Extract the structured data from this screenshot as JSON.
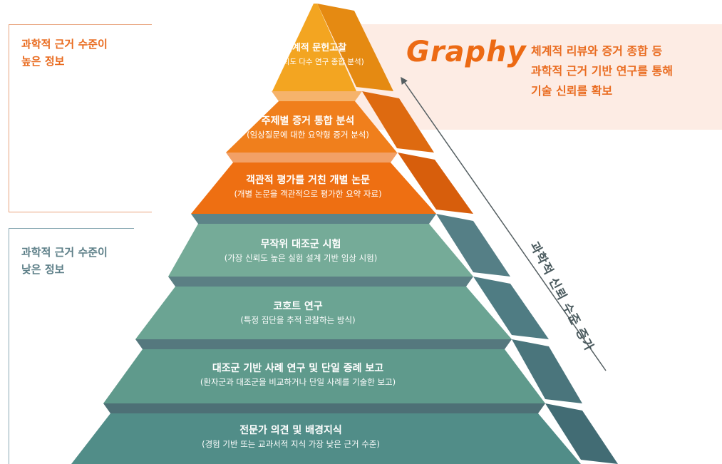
{
  "side_labels": {
    "high": [
      "과학적 근거 수준이",
      "높은 정보"
    ],
    "low": [
      "과학적 근거 수준이",
      "낮은 정보"
    ]
  },
  "brand": {
    "name": "Graphy",
    "description": [
      "체계적 리뷰와 증거 종합 등",
      "과학적 근거 기반 연구를 통해",
      "기술 신뢰를 확보"
    ]
  },
  "arrow_label": "과학적 신뢰 수준 증가",
  "tiers": [
    {
      "title": "체계적 문헌고찰",
      "subtitle": "(고신뢰도 다수 연구 종합 분석)"
    },
    {
      "title": "주제별 증거 통합 분석",
      "subtitle": "(임상질문에 대한 요약형 증거 분석)"
    },
    {
      "title": "객관적 평가를 거친 개별 논문",
      "subtitle": "(개별 논문을 객관적으로 평가한 요약 자료)"
    },
    {
      "title": "무작위 대조군 시험",
      "subtitle": "(가장 신뢰도 높은 실험 설계 기반 임상 시험)"
    },
    {
      "title": "코호트 연구",
      "subtitle": "(특정 집단을 추적 관찰하는 방식)"
    },
    {
      "title": "대조군 기반 사례 연구 및 단일 증례 보고",
      "subtitle": "(환자군과 대조군을 비교하거나 단일 사례를 기술한 보고)"
    },
    {
      "title": "전문가 의견 및 배경지식",
      "subtitle": "(경험 기반 또는 교과서적 지식 가장 낮은 근거 수준)"
    }
  ],
  "colors": {
    "accent": "#ec6a14",
    "high_label": "#e96b1f",
    "low_label": "#5d7f88",
    "band": "#fdece4"
  }
}
